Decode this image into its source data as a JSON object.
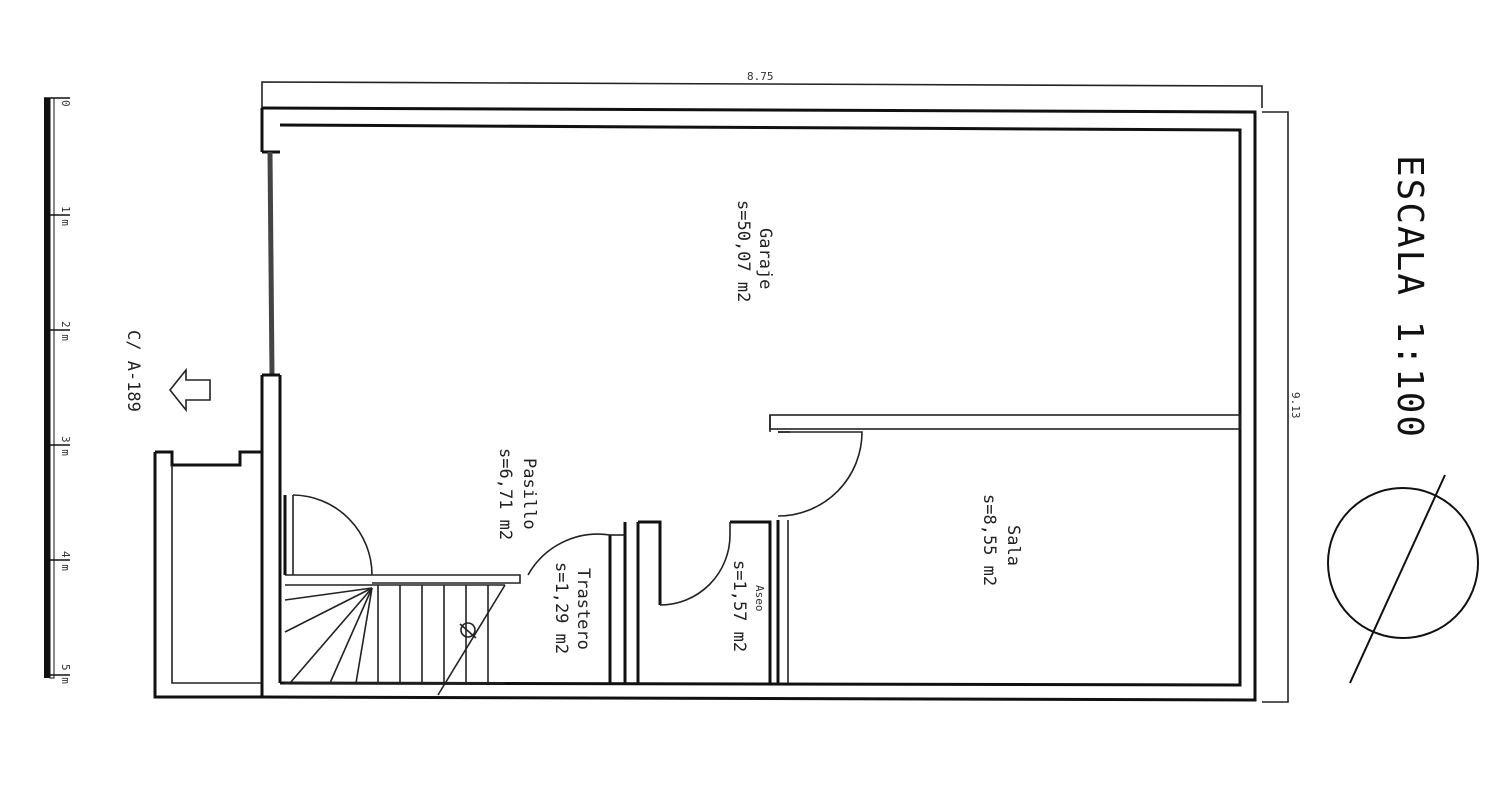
{
  "dimensions": {
    "width_label": "8.75",
    "depth_label": "9.13"
  },
  "street": {
    "label": "C/ A-189"
  },
  "scale": {
    "title": "ESCALA 1:100",
    "ticks": [
      "0",
      "1 m",
      "2 m",
      "3 m",
      "4 m",
      "5 m"
    ]
  },
  "rooms": [
    {
      "name": "Garaje",
      "area": "s=50,07 m2"
    },
    {
      "name": "Pasillo",
      "area": "s=6,71 m2"
    },
    {
      "name": "Trastero",
      "area": "s=1,29 m2"
    },
    {
      "name": "Aseo",
      "area": "s=1,57 m2"
    },
    {
      "name": "Sala",
      "area": "s=8,55 m2"
    }
  ]
}
